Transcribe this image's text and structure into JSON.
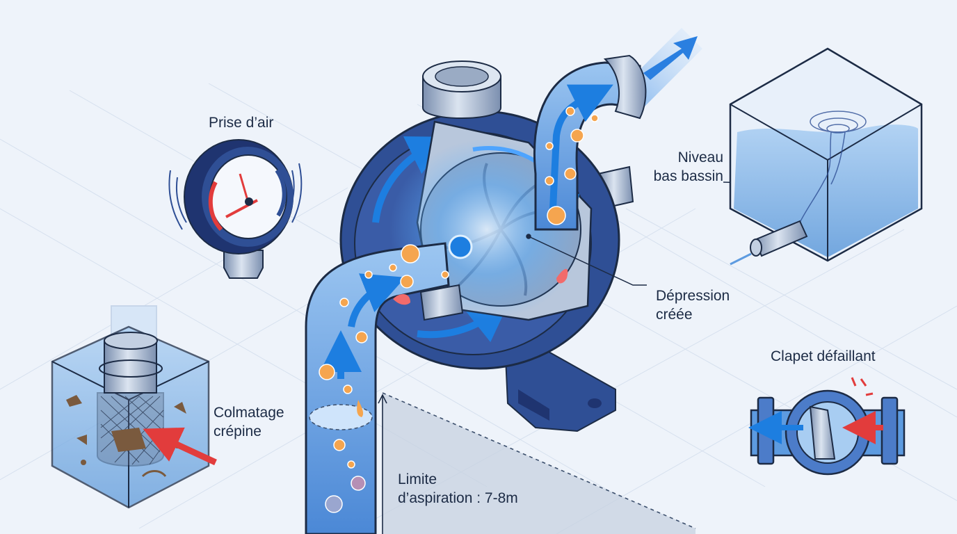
{
  "labels": {
    "air_intake": "Prise d’air",
    "low_basin": [
      "Niveau",
      "bas bassin"
    ],
    "depression": [
      "Dépression",
      "créée"
    ],
    "faulty_valve": "Clapet défaillant",
    "strainer_clog": [
      "Colmatage",
      "crépine"
    ],
    "suction_limit": [
      "Limite",
      "d’aspiration : 7-8m"
    ]
  },
  "colors": {
    "background": "#eef3fa",
    "pump_body": "#2f4f95",
    "pump_dark": "#1f3470",
    "water": "#5d9be0",
    "flow_arrow": "#1d7ee0",
    "bubble": "#f5a54f",
    "alert_red": "#e23c3c",
    "steel": "#aebfd6"
  },
  "icons": [
    "pressure-gauge-icon",
    "centrifugal-pump-cutaway",
    "impeller-icon",
    "strainer-box-icon",
    "check-valve-icon",
    "vortex-tank-icon",
    "flow-arrow-icon"
  ]
}
